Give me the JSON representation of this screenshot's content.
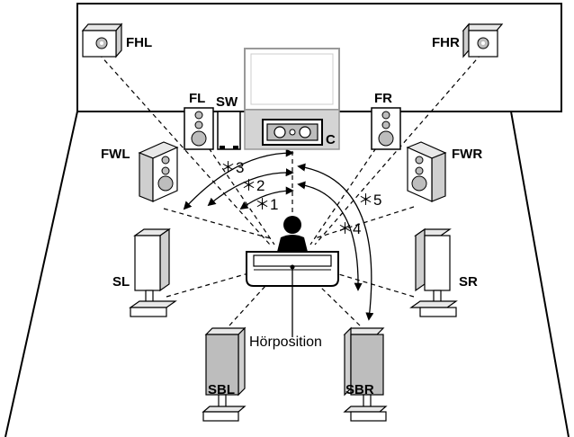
{
  "speakers": {
    "FHL": "FHL",
    "FHR": "FHR",
    "FL": "FL",
    "SW": "SW",
    "FR": "FR",
    "C": "C",
    "FWL": "FWL",
    "FWR": "FWR",
    "SL": "SL",
    "SR": "SR",
    "SBL": "SBL",
    "SBR": "SBR"
  },
  "angles": {
    "a1": "＊1",
    "a2": "＊2",
    "a3": "＊3",
    "a4": "＊4",
    "a5": "＊5"
  },
  "listening_position": "Hörposition"
}
